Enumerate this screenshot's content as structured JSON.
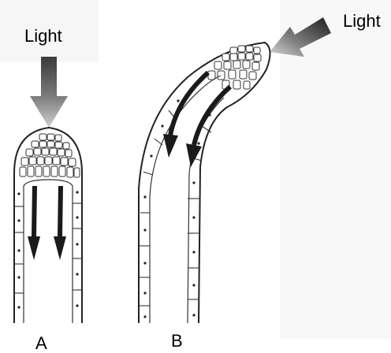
{
  "figure": {
    "panels": [
      {
        "id": "A",
        "label": "A",
        "light_label": "Light"
      },
      {
        "id": "B",
        "label": "B",
        "light_label": "Light"
      }
    ],
    "colors": {
      "outline": "#222222",
      "arrow_dark": "#1a1a1a",
      "light_arrow_dark": "#2a2a2a",
      "light_arrow_light": "#d9d9d9",
      "light_box": "#f4f4f4"
    }
  }
}
